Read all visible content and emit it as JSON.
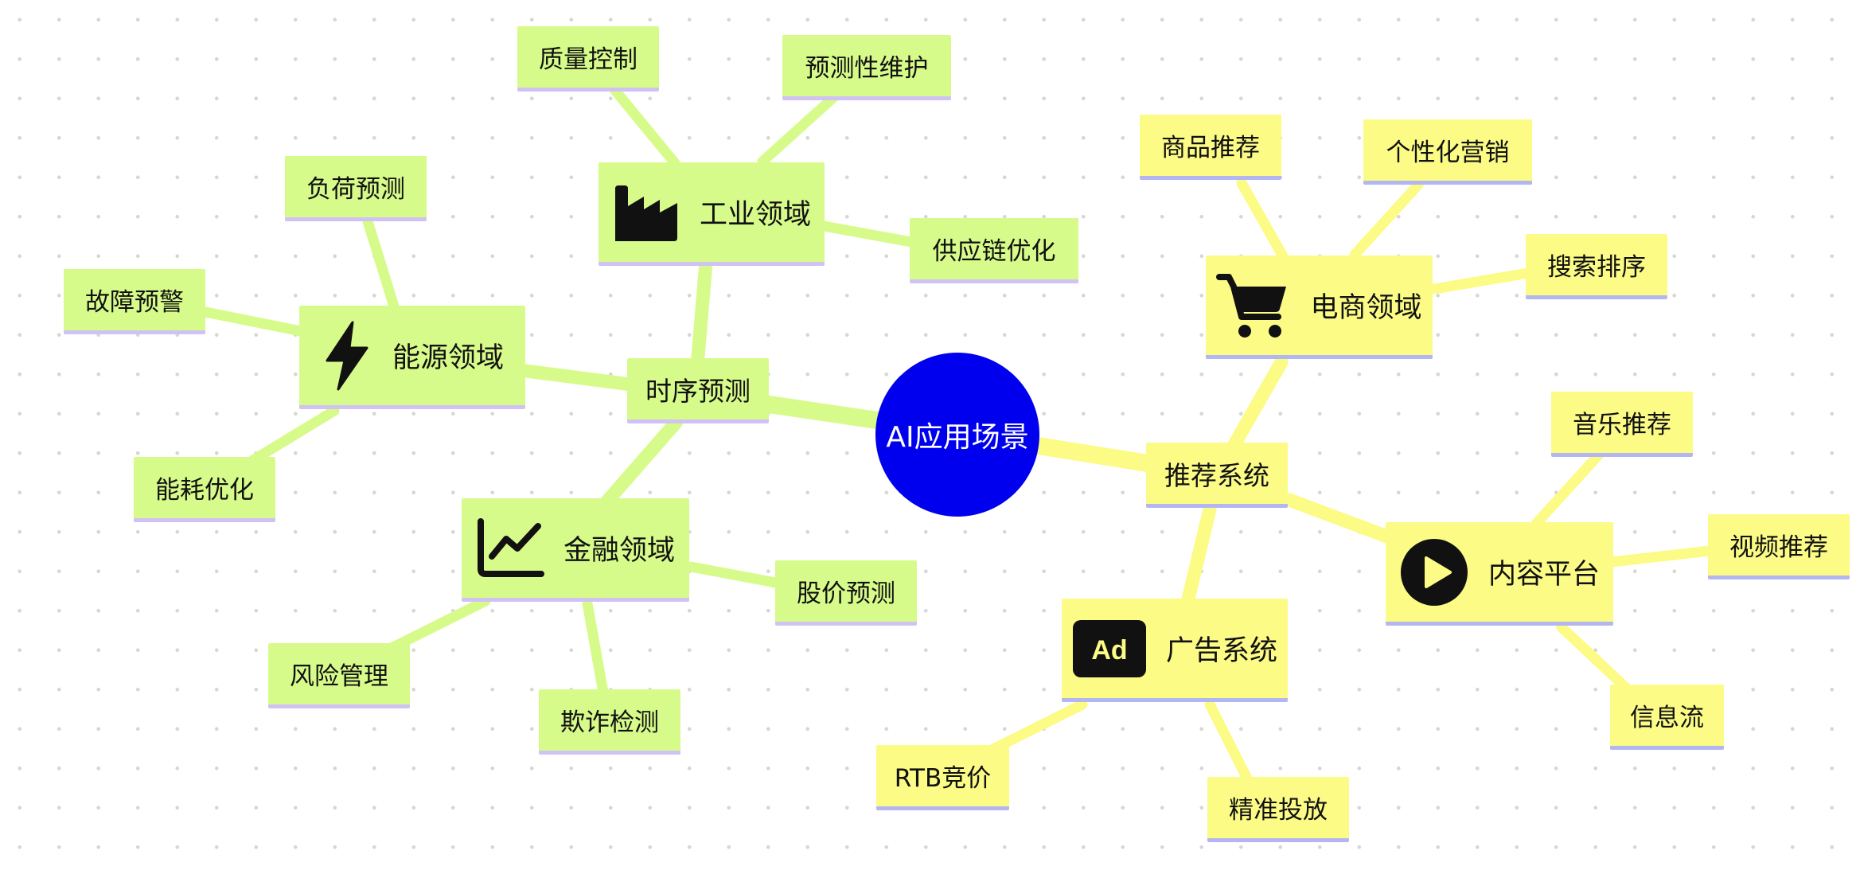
{
  "root": {
    "label": "AI应用场景"
  },
  "branches": {
    "time_series": {
      "label": "时序预测",
      "industry": {
        "label": "工业领域",
        "icon": "factory-icon",
        "children": [
          "质量控制",
          "预测性维护",
          "供应链优化"
        ]
      },
      "energy": {
        "label": "能源领域",
        "icon": "lightning-bolt-icon",
        "children": [
          "负荷预测",
          "故障预警",
          "能耗优化"
        ]
      },
      "finance": {
        "label": "金融领域",
        "icon": "line-chart-icon",
        "children": [
          "股价预测",
          "风险管理",
          "欺诈检测"
        ]
      }
    },
    "recommendation": {
      "label": "推荐系统",
      "ecommerce": {
        "label": "电商领域",
        "icon": "shopping-cart-icon",
        "children": [
          "商品推荐",
          "个性化营销",
          "搜索排序"
        ]
      },
      "content": {
        "label": "内容平台",
        "icon": "play-circle-icon",
        "children": [
          "音乐推荐",
          "视频推荐",
          "信息流"
        ]
      },
      "ads": {
        "label": "广告系统",
        "icon": "ad-badge-icon",
        "icon_text": "Ad",
        "children": [
          "RTB竞价",
          "精准投放"
        ]
      }
    }
  },
  "colors": {
    "root_fill": "#0000ee",
    "time_series_fill": "#d7fb8a",
    "time_series_underline": "#d0c2f4",
    "recommendation_fill": "#fbfb86",
    "recommendation_underline": "#b4b6f1",
    "background_dot": "#d6d6d6"
  }
}
